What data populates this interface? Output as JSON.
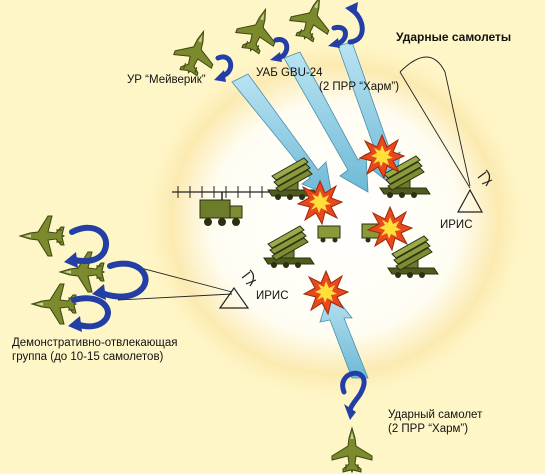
{
  "labels": {
    "strike_aircraft": "Ударные самолеты",
    "ur_maverick": "УР “Мейверик”",
    "uab_gbu": "УАБ GBU-24",
    "prr_harm_group": "(2 ПРР “Харм”)",
    "iris_right": "ИРИС",
    "iris_left": "ИРИС",
    "demo_line1": "Демонстративно-отвлекающая",
    "demo_line2": "группа (до 10-15 самолетов)",
    "single_line1": "Ударный самолет",
    "single_line2": "(2 ПРР “Харм”)"
  },
  "colors": {
    "background": "#fff6c8",
    "glow_center": "#ffffff",
    "glow_edge": "#f3d98a",
    "attack_arrow": "#8fd0e6",
    "loop_arrow": "#233fa6",
    "aircraft": "#7a8a2c",
    "launcher": "#5c6b26",
    "explosion_outer": "#e8481c",
    "explosion_inner": "#ffe03a"
  },
  "icons": {
    "aircraft": "fighter-jet-icon",
    "launcher": "missile-launcher-icon",
    "explosion": "explosion-icon",
    "radar": "radar-triangle-icon",
    "truck": "radar-truck-icon"
  }
}
